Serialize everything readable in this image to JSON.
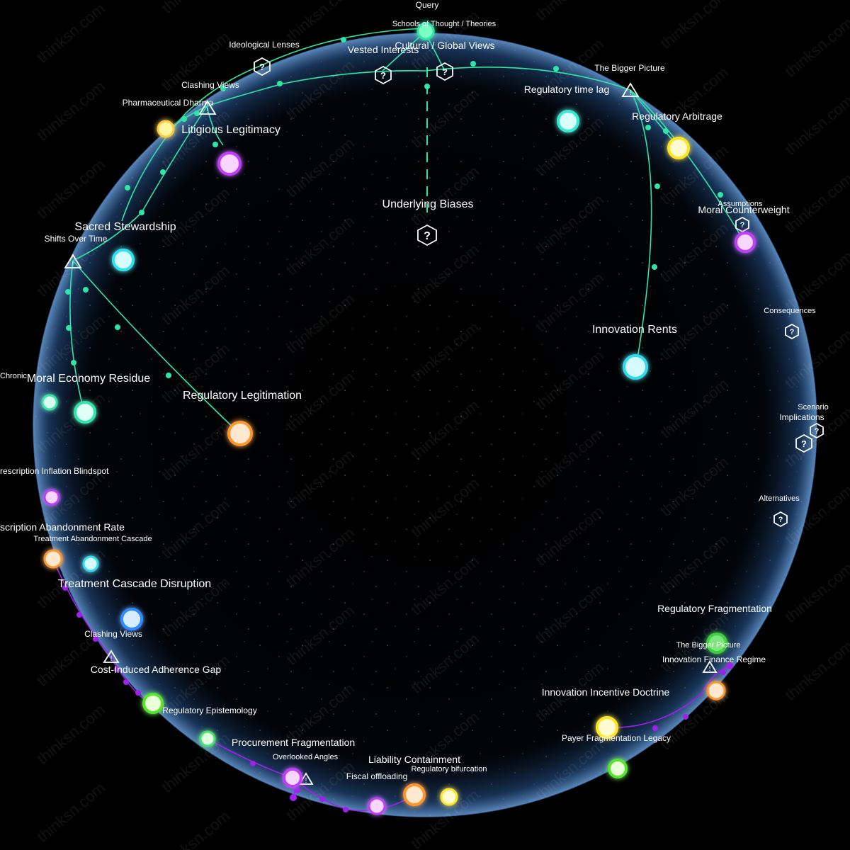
{
  "colors": {
    "background": "#000000",
    "sphere": "#1a3a66",
    "teal_path": "#2de6a8",
    "purple_path": "#a020f0",
    "nodes": {
      "cyan": "#7af5ff",
      "green": "#8bff7a",
      "yellow": "#fff34d",
      "orange": "#ffa63d",
      "purple": "#e07bff",
      "blue": "#9ad9ff",
      "mint": "#7dffc4"
    }
  },
  "watermark": "thinksn.com",
  "hub": {
    "query": "Query",
    "schools": "Schools of Thought / Theories",
    "ideological": "Ideological Lenses",
    "vested": "Vested Interests",
    "cultural": "Cultural / Global Views",
    "bigger_picture": "The Bigger Picture",
    "underlying": "Underlying Biases",
    "clashing_top": "Clashing Views",
    "shifts": "Shifts Over Time",
    "assumptions": "Assumptions",
    "consequences": "Consequences",
    "scenario": "Scenario",
    "implications": "Implications",
    "alternatives": "Alternatives",
    "clashing_bottom": "Clashing Views",
    "overlooked": "Overlooked Angles",
    "bigger_picture_bottom": "The Bigger Picture"
  },
  "nodes": {
    "pharma_dharma": "Pharmaceutical Dharma",
    "litigious": "Litigious Legitimacy",
    "sacred": "Sacred Stewardship",
    "moral_economy": "Moral Economy Residue",
    "chronic": "Chronic",
    "reg_legitimation": "Regulatory Legitimation",
    "reg_time_lag": "Regulatory time lag",
    "reg_arbitrage": "Regulatory Arbitrage",
    "moral_counter": "Moral Counterweight",
    "innovation_rents": "Innovation Rents",
    "rx_inflation": "rescription Inflation Blindspot",
    "rx_abandon": "scription Abandonment Rate",
    "treat_abandon": "Treatment Abandonment Cascade",
    "treat_disruption": "Treatment Cascade Disruption",
    "cost_adherence": "Cost-Induced Adherence Gap",
    "reg_epistemology": "Regulatory Epistemology",
    "procurement": "Procurement Fragmentation",
    "liability": "Liability Containment",
    "fiscal": "Fiscal offloading",
    "reg_bifurcation": "Regulatory bifurcation",
    "reg_fragmentation": "Regulatory Fragmentation",
    "innov_finance": "Innovation Finance Regime",
    "innov_doctrine": "Innovation Incentive Doctrine",
    "payer_legacy": "Payer Fragmentation Legacy"
  }
}
